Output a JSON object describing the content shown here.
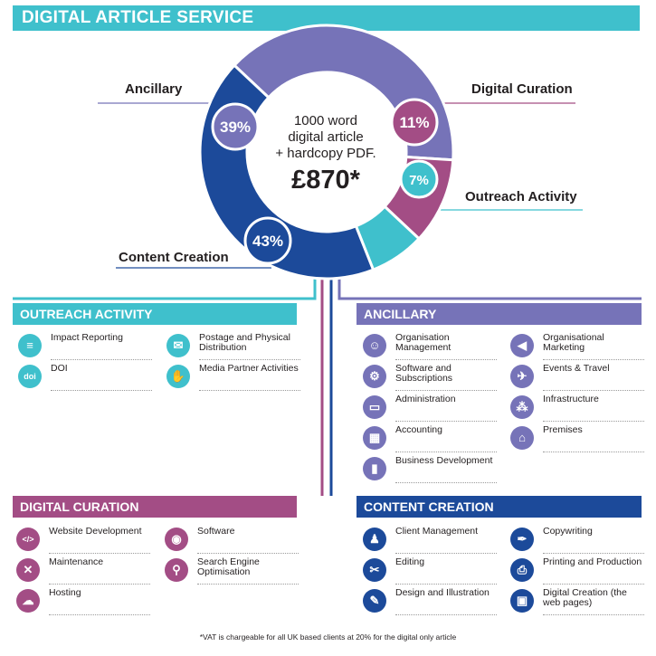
{
  "title": "DIGITAL ARTICLE SERVICE",
  "colors": {
    "outreach": "#3fc0cc",
    "ancillary": "#7673b8",
    "curation": "#a34d85",
    "content": "#1c4a9a",
    "banner": "#3fc0cc"
  },
  "chart_data": {
    "type": "pie",
    "categories": [
      "Ancillary",
      "Digital Curation",
      "Outreach Activity",
      "Content Creation"
    ],
    "values": [
      39,
      11,
      7,
      43
    ],
    "percent_labels": [
      "39%",
      "11%",
      "7%",
      "43%"
    ],
    "center_text": [
      "1000 word",
      "digital article",
      "+ hardcopy PDF."
    ],
    "price": "£870*"
  },
  "sections": {
    "outreach": {
      "title": "OUTREACH ACTIVITY",
      "items": [
        {
          "label": "Impact Reporting",
          "icon": "report-icon"
        },
        {
          "label": "Postage and Physical Distribution",
          "icon": "envelope-icon"
        },
        {
          "label": "DOI",
          "icon": "doi-icon"
        },
        {
          "label": "Media Partner Activities",
          "icon": "handshake-icon"
        }
      ]
    },
    "ancillary": {
      "title": "ANCILLARY",
      "items": [
        {
          "label": "Organisation Management",
          "icon": "people-icon"
        },
        {
          "label": "Organisational Marketing",
          "icon": "megaphone-icon"
        },
        {
          "label": "Software and Subscriptions",
          "icon": "software-icon"
        },
        {
          "label": "Events & Travel",
          "icon": "plane-icon"
        },
        {
          "label": "Administration",
          "icon": "folder-icon"
        },
        {
          "label": "Infrastructure",
          "icon": "network-icon"
        },
        {
          "label": "Accounting",
          "icon": "calculator-icon"
        },
        {
          "label": "Premises",
          "icon": "house-icon"
        },
        {
          "label": "Business Development",
          "icon": "bar-chart-icon"
        }
      ]
    },
    "curation": {
      "title": "DIGITAL CURATION",
      "items": [
        {
          "label": "Website Development",
          "icon": "html-icon"
        },
        {
          "label": "Software",
          "icon": "disc-icon"
        },
        {
          "label": "Maintenance",
          "icon": "tools-icon"
        },
        {
          "label": "Search Engine Optimisation",
          "icon": "seo-icon"
        },
        {
          "label": "Hosting",
          "icon": "cloud-icon"
        }
      ]
    },
    "content": {
      "title": "CONTENT CREATION",
      "items": [
        {
          "label": "Client Management",
          "icon": "person-desk-icon"
        },
        {
          "label": "Copywriting",
          "icon": "pen-nib-icon"
        },
        {
          "label": "Editing",
          "icon": "scissors-icon"
        },
        {
          "label": "Printing and Production",
          "icon": "printer-icon"
        },
        {
          "label": "Design and Illustration",
          "icon": "pencil-icon"
        },
        {
          "label": "Digital Creation (the web pages)",
          "icon": "monitor-icon"
        }
      ]
    }
  },
  "footnote": "*VAT is chargeable for all UK based clients at 20% for the digital only article"
}
